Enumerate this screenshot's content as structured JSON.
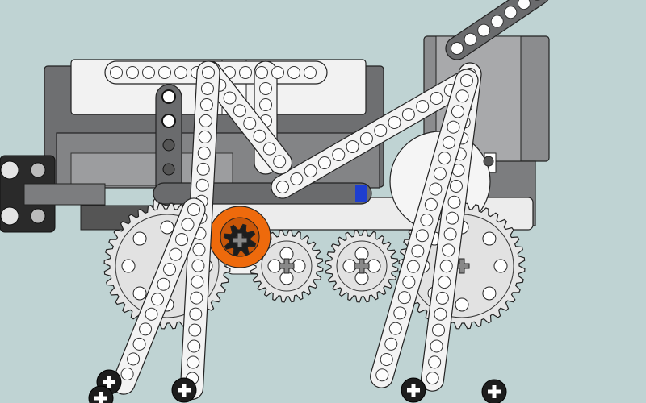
{
  "scene": {
    "background": "#bfd3d3",
    "colors": {
      "dark_gray": "#707173",
      "mid_gray": "#9a9b9d",
      "light_gray": "#dcdcdc",
      "white_part": "#f4f4f4",
      "orange": "#ee6a0c",
      "black": "#1d1d1d",
      "tan": "#e8b21a",
      "blue": "#1e3ecf",
      "outline": "#222222"
    },
    "parts": [
      {
        "name": "ev3-brick-body",
        "kind": "housing"
      },
      {
        "name": "motor-housing-right",
        "kind": "housing"
      },
      {
        "name": "top-frame-beam",
        "kind": "beam"
      },
      {
        "name": "diagonal-beam-center",
        "kind": "beam"
      },
      {
        "name": "diagonal-beam-upper",
        "kind": "beam"
      },
      {
        "name": "leg-beam-left",
        "kind": "beam"
      },
      {
        "name": "leg-beam-right",
        "kind": "beam"
      },
      {
        "name": "gear-36t-left",
        "kind": "gear"
      },
      {
        "name": "gear-24t-middle-1",
        "kind": "gear"
      },
      {
        "name": "gear-24t-middle-2",
        "kind": "gear"
      },
      {
        "name": "gear-36t-right",
        "kind": "gear"
      },
      {
        "name": "gear-8t-black",
        "kind": "gear"
      },
      {
        "name": "orange-cam-disc",
        "kind": "disc"
      }
    ]
  }
}
